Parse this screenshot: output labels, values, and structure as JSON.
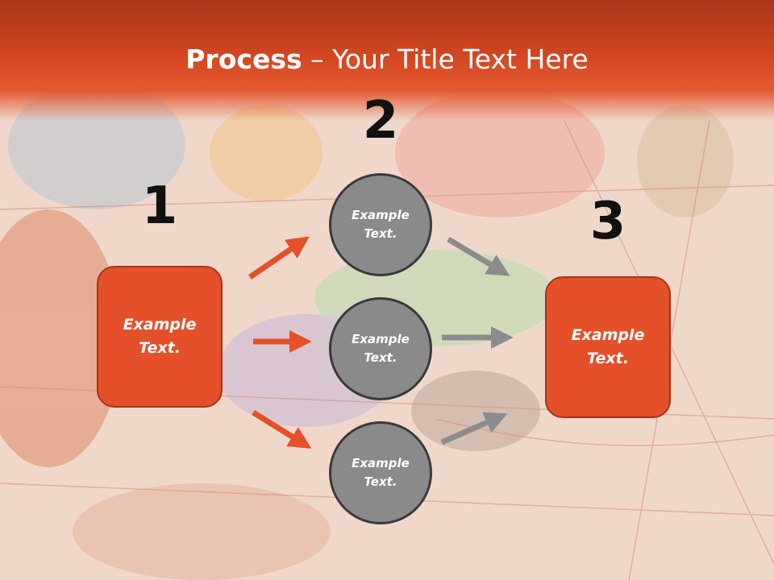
{
  "title": {
    "bold": "Process",
    "rest": " – Your Title Text Here"
  },
  "steps": [
    {
      "number": "1",
      "label": "Example Text."
    },
    {
      "number": "2",
      "label": "Example Text."
    },
    {
      "number": "3",
      "label": "Example Text."
    }
  ],
  "circles": [
    {
      "label": "Example Text."
    },
    {
      "label": "Example Text."
    },
    {
      "label": "Example Text."
    }
  ],
  "colors": {
    "accent": "#e3502a",
    "circle": "#8a8a8a",
    "arrow_orange": "#e3502a",
    "arrow_gray": "#8c8c8c"
  }
}
